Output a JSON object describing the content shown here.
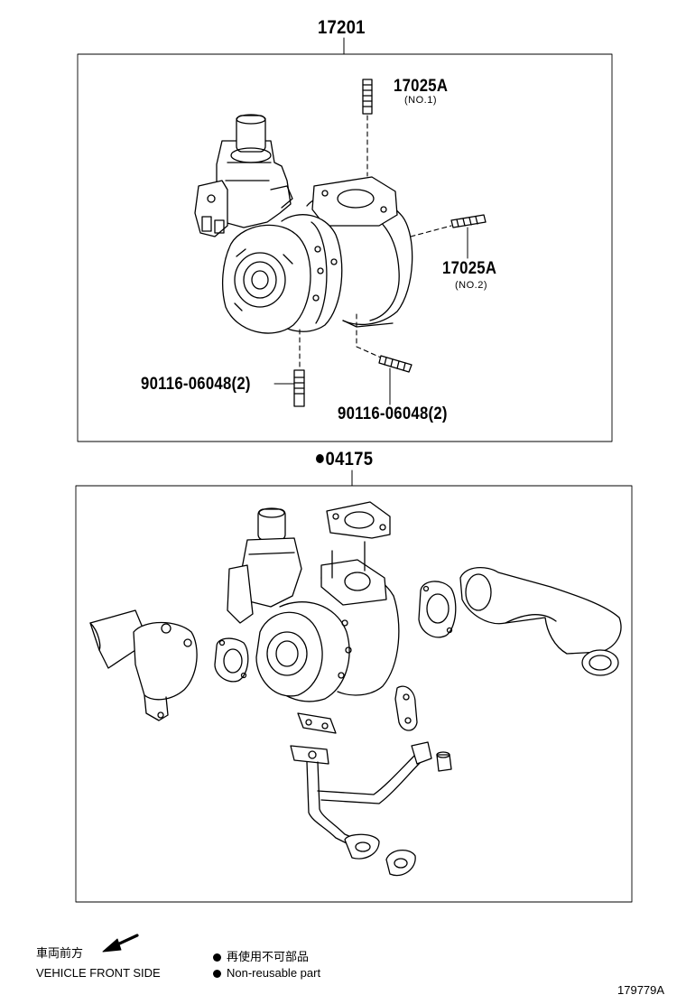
{
  "labels": {
    "assembly": "17201",
    "stud_no1": "17025A",
    "stud_no1_sub": "(NO.1)",
    "stud_no2": "17025A",
    "stud_no2_sub": "(NO.2)",
    "stud_left": "90116-06048(2)",
    "stud_right": "90116-06048(2)",
    "kit": "04175"
  },
  "legend": {
    "front_jp": "車両前方",
    "front_en": "VEHICLE FRONT SIDE",
    "nonreusable_jp": "再使用不可部品",
    "nonreusable_en": "Non-reusable part"
  },
  "diagram_id": "179779A",
  "icons": [
    "front-arrow-icon",
    "bullet-dot-icon"
  ]
}
